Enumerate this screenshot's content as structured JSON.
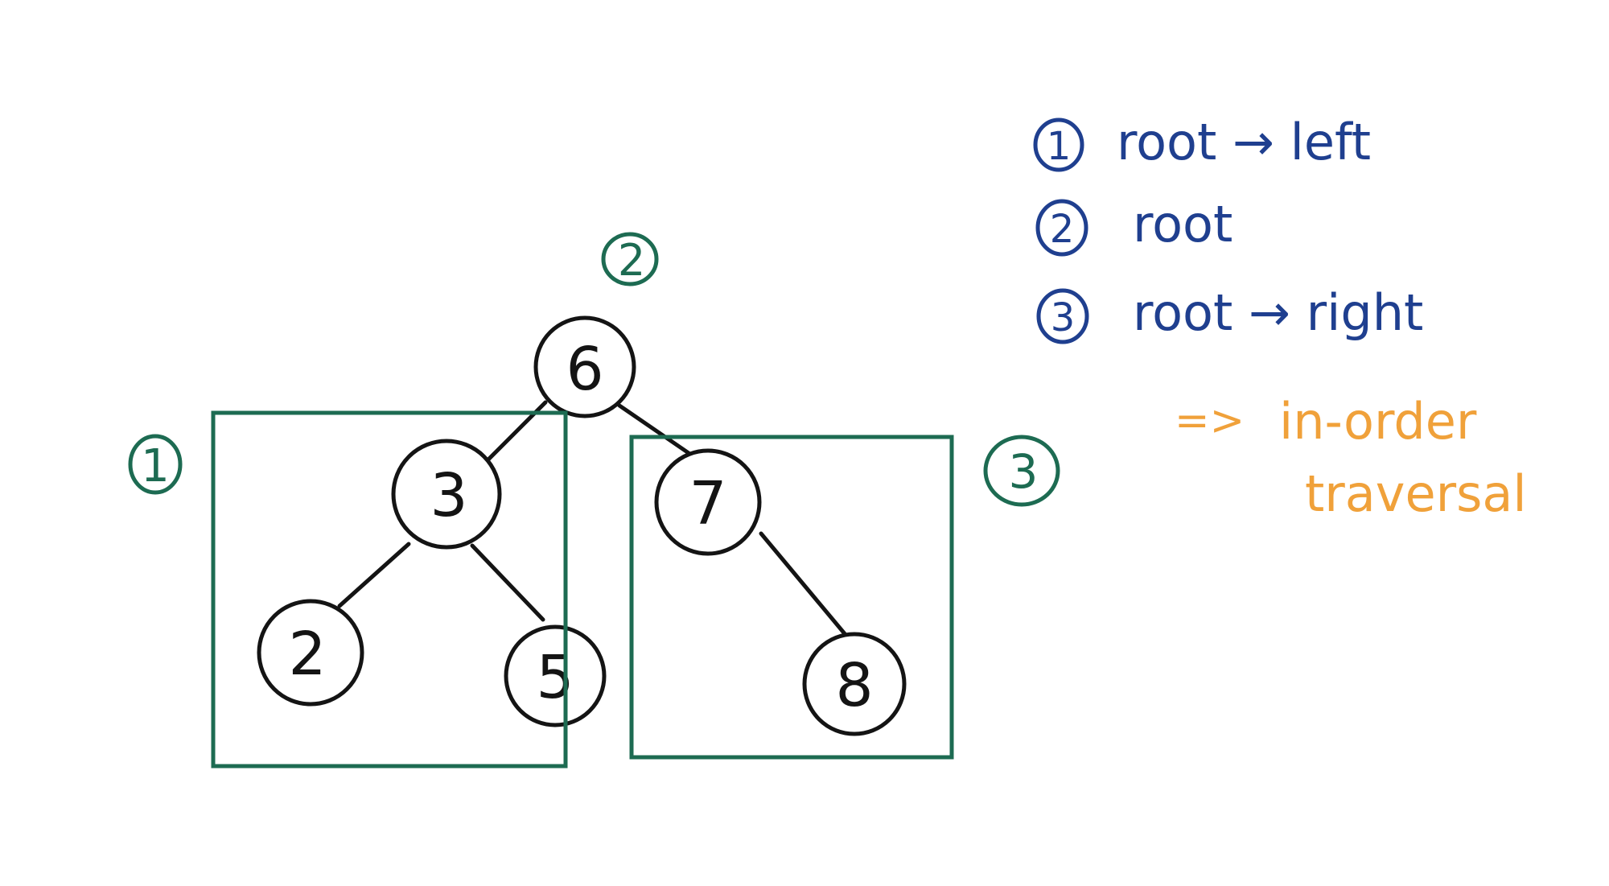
{
  "colors": {
    "ink": "#141414",
    "box": "#1d6b52",
    "legend": "#1f3f8f",
    "note": "#f0a13a",
    "background": "#ffffff"
  },
  "tree": {
    "nodes": [
      {
        "id": "n6",
        "label": "6"
      },
      {
        "id": "n3",
        "label": "3"
      },
      {
        "id": "n7",
        "label": "7"
      },
      {
        "id": "n2",
        "label": "2"
      },
      {
        "id": "n5",
        "label": "5"
      },
      {
        "id": "n8",
        "label": "8"
      }
    ],
    "edges": [
      {
        "from": "n6",
        "to": "n3"
      },
      {
        "from": "n6",
        "to": "n7"
      },
      {
        "from": "n3",
        "to": "n2"
      },
      {
        "from": "n3",
        "to": "n5"
      },
      {
        "from": "n7",
        "to": "n8"
      }
    ]
  },
  "group_markers": {
    "left": "1",
    "root": "2",
    "right": "3"
  },
  "legend": {
    "items": [
      {
        "number": "1",
        "text": "root → left"
      },
      {
        "number": "2",
        "text": "root"
      },
      {
        "number": "3",
        "text": "root → right"
      }
    ]
  },
  "note": {
    "arrow": "=>",
    "line1": "in-order",
    "line2": "traversal"
  }
}
